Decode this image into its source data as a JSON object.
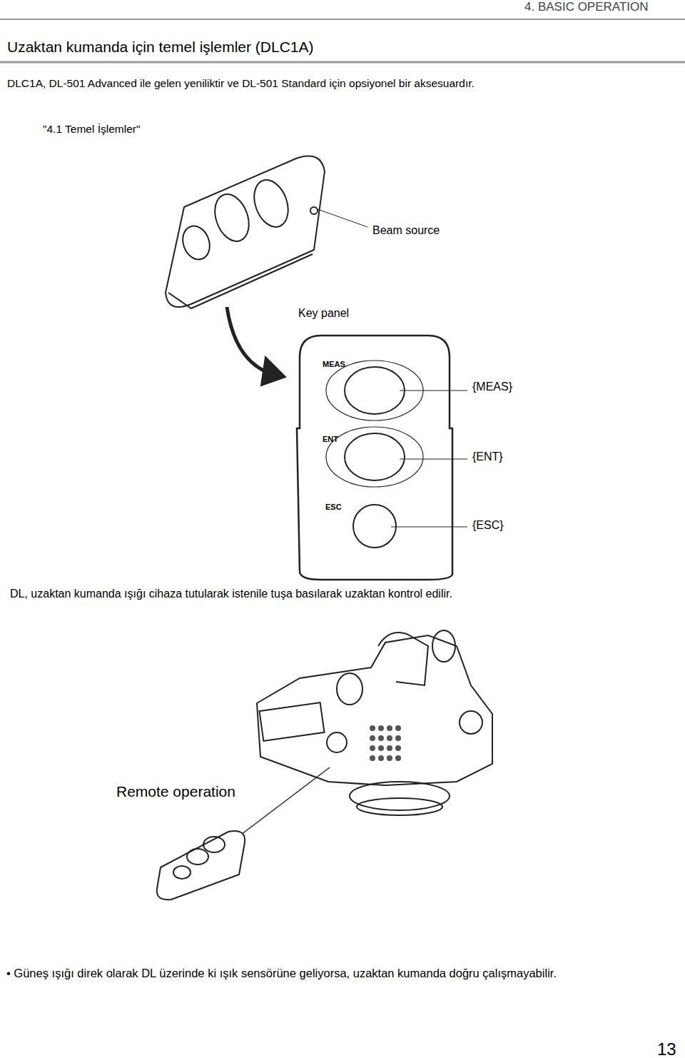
{
  "diagram": {
    "title": "Uzaktan kumanda için temel işlemler (DLC1A)",
    "nodes": [
      {
        "text": [
          "Key panel",
          "MEAS",
          "ENT",
          "ESC"
        ]
      }
    ],
    "labels": [
      "4. BASIC OPERATION",
      "DLC1A, DL-501 Advanced ile gelen yeniliktir ve  DL-501 Standard için opsiyonel bir aksesuardır.",
      "\"4.1 Temel İşlemler\"",
      "Beam source",
      "{MEAS}",
      "{ENT}",
      "{ESC}",
      "DL, uzaktan kumanda ışığı cihaza tutularak istenile tuşa basılarak uzaktan kontrol edilir.",
      "Remote operation",
      "• Güneş ışığı direk olarak DL üzerinde ki ışık sensörüne geliyorsa, uzaktan kumanda doğru çalışmayabilir.",
      "13"
    ]
  }
}
